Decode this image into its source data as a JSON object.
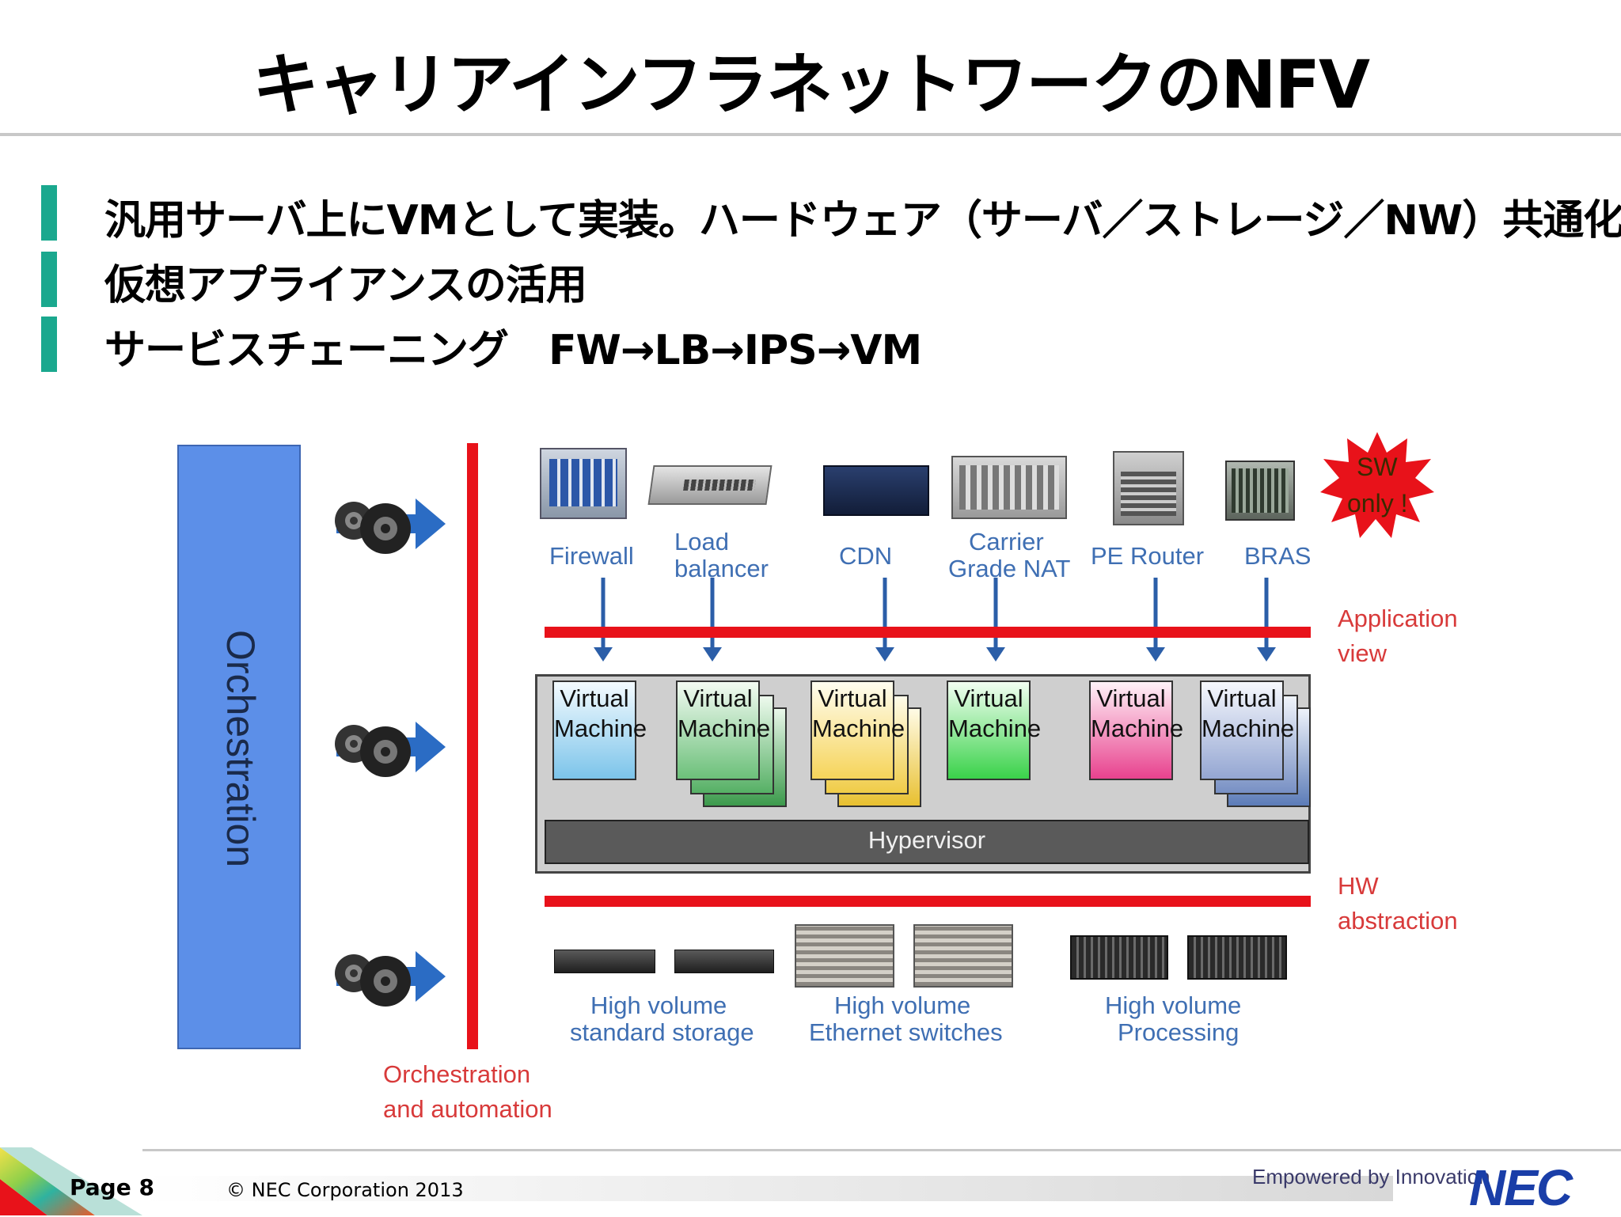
{
  "title": "キャリアインフラネットワークのNFV",
  "bullets": [
    "汎用サーバ上にVMとして実装。ハードウェア（サーバ／ストレージ／NW）共通化",
    "仮想アプライアンスの活用",
    "サービスチェーニング　FW→LB→IPS→VM"
  ],
  "diagram": {
    "orchestration": "Orchestration",
    "orchestration_automation": [
      "Orchestration",
      "and automation"
    ],
    "appliances": [
      {
        "lines": [
          "Firewall"
        ]
      },
      {
        "lines": [
          "Load",
          "balancer"
        ]
      },
      {
        "lines": [
          "CDN"
        ]
      },
      {
        "lines": [
          "Carrier",
          "Grade NAT"
        ]
      },
      {
        "lines": [
          "PE Router"
        ]
      },
      {
        "lines": [
          "BRAS"
        ]
      }
    ],
    "sw_badge": [
      "SW",
      "only !"
    ],
    "application_view": [
      "Application",
      "view"
    ],
    "hw_abstraction": [
      "HW",
      "abstraction"
    ],
    "vm_label": [
      "Virtual",
      "Machine"
    ],
    "hypervisor": "Hypervisor",
    "hardware": [
      {
        "lines": [
          "High volume",
          "standard storage"
        ]
      },
      {
        "lines": [
          "High volume",
          "Ethernet switches"
        ]
      },
      {
        "lines": [
          "High volume",
          "Processing"
        ]
      }
    ],
    "colors": {
      "orchestration_box": "#5c8fe8",
      "red_bar": "#e8121a",
      "accent_green": "#1aa88e",
      "label_blue": "#3f6fb3",
      "label_red": "#d83a3a"
    }
  },
  "footer": {
    "page": "Page 8",
    "copyright": "© NEC Corporation 2013",
    "tagline": "Empowered by Innovation",
    "logo": "NEC"
  }
}
